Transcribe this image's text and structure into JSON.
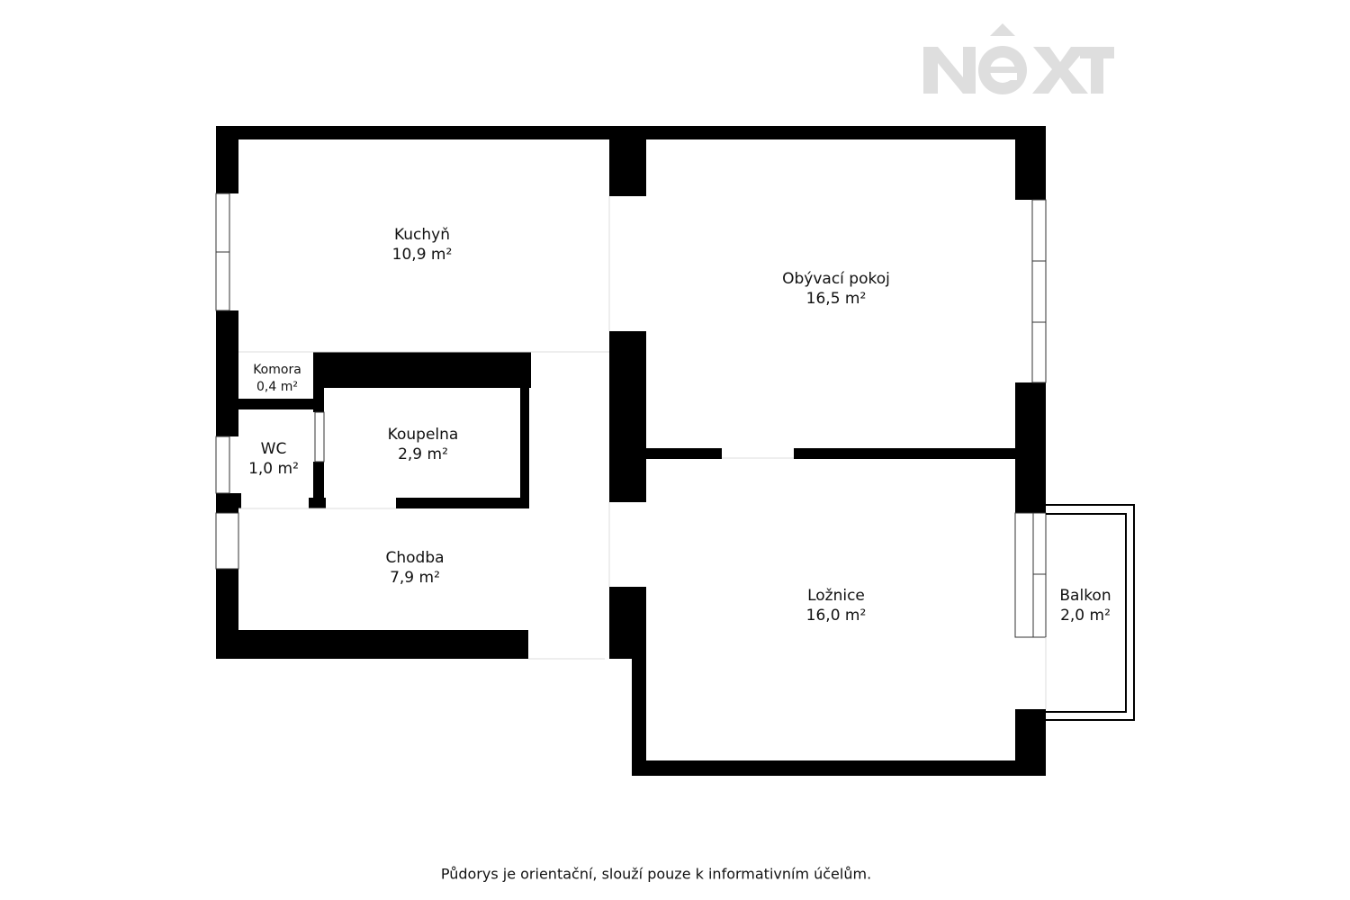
{
  "logo": {
    "text": "NEXT",
    "color": "#dedede"
  },
  "rooms": [
    {
      "name": "Kuchyň",
      "area": "10,9 m²"
    },
    {
      "name": "Obývací pokoj",
      "area": "16,5 m²"
    },
    {
      "name": "Komora",
      "area": "0,4 m²"
    },
    {
      "name": "WC",
      "area": "1,0 m²"
    },
    {
      "name": "Koupelna",
      "area": "2,9 m²"
    },
    {
      "name": "Chodba",
      "area": "7,9 m²"
    },
    {
      "name": "Ložnice",
      "area": "16,0 m²"
    },
    {
      "name": "Balkon",
      "area": "2,0 m²"
    }
  ],
  "footer": "Půdorys je orientační, slouží pouze k informativním účelům."
}
